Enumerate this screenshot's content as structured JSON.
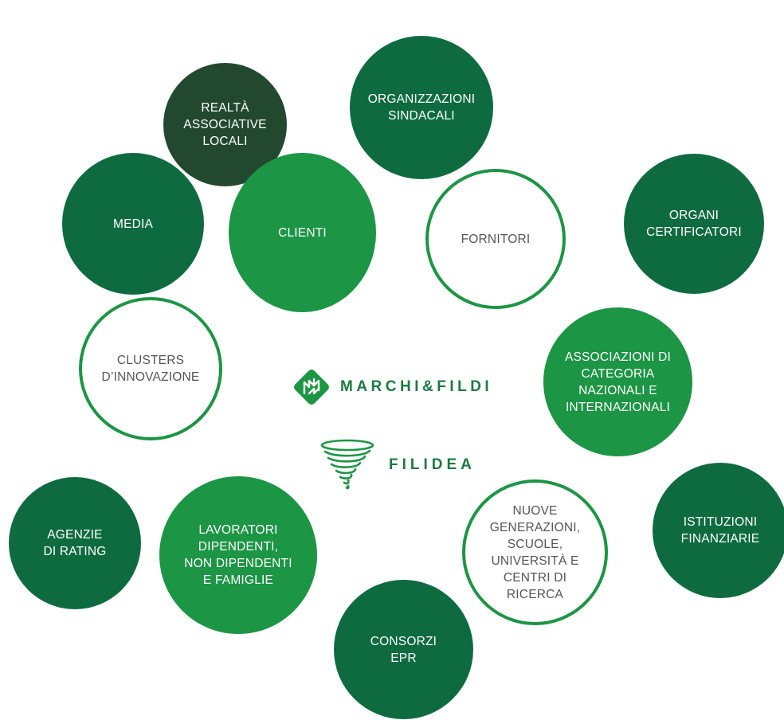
{
  "stakeholders": {
    "realta": {
      "label": "REALTÀ\nASSOCIATIVE\nLOCALI"
    },
    "sindacali": {
      "label": "ORGANIZZAZIONI\nSINDACALI"
    },
    "media": {
      "label": "MEDIA"
    },
    "clienti": {
      "label": "CLIENTI"
    },
    "fornitori": {
      "label": "FORNITORI"
    },
    "certificatori": {
      "label": "ORGANI\nCERTIFICATORI"
    },
    "clusters": {
      "label": "CLUSTERS\nD’INNOVAZIONE"
    },
    "associazioni": {
      "label": "ASSOCIAZIONI DI\nCATEGORIA\nNAZIONALI E\nINTERNAZIONALI"
    },
    "istituzioni": {
      "label": "ISTITUZIONI\nFINANZIARIE"
    },
    "nuove": {
      "label": "NUOVE\nGENERAZIONI,\nSCUOLE,\nUNIVERSITÀ E\nCENTRI DI\nRICERCA"
    },
    "agenzie": {
      "label": "AGENZIE\nDI RATING"
    },
    "lavoratori": {
      "label": "LAVORATORI\nDIPENDENTI,\nNON DIPENDENTI\nE FAMIGLIE"
    },
    "consorzi": {
      "label": "CONSORZI\nEPR"
    }
  },
  "center": {
    "marchi_fildi": "MARCHI&FILDI",
    "filidea": "FILIDEA"
  },
  "colors": {
    "dark_green": "#0e6b40",
    "darkest_green": "#22492f",
    "bright_green": "#1c9544",
    "outline_text": "#555555"
  }
}
